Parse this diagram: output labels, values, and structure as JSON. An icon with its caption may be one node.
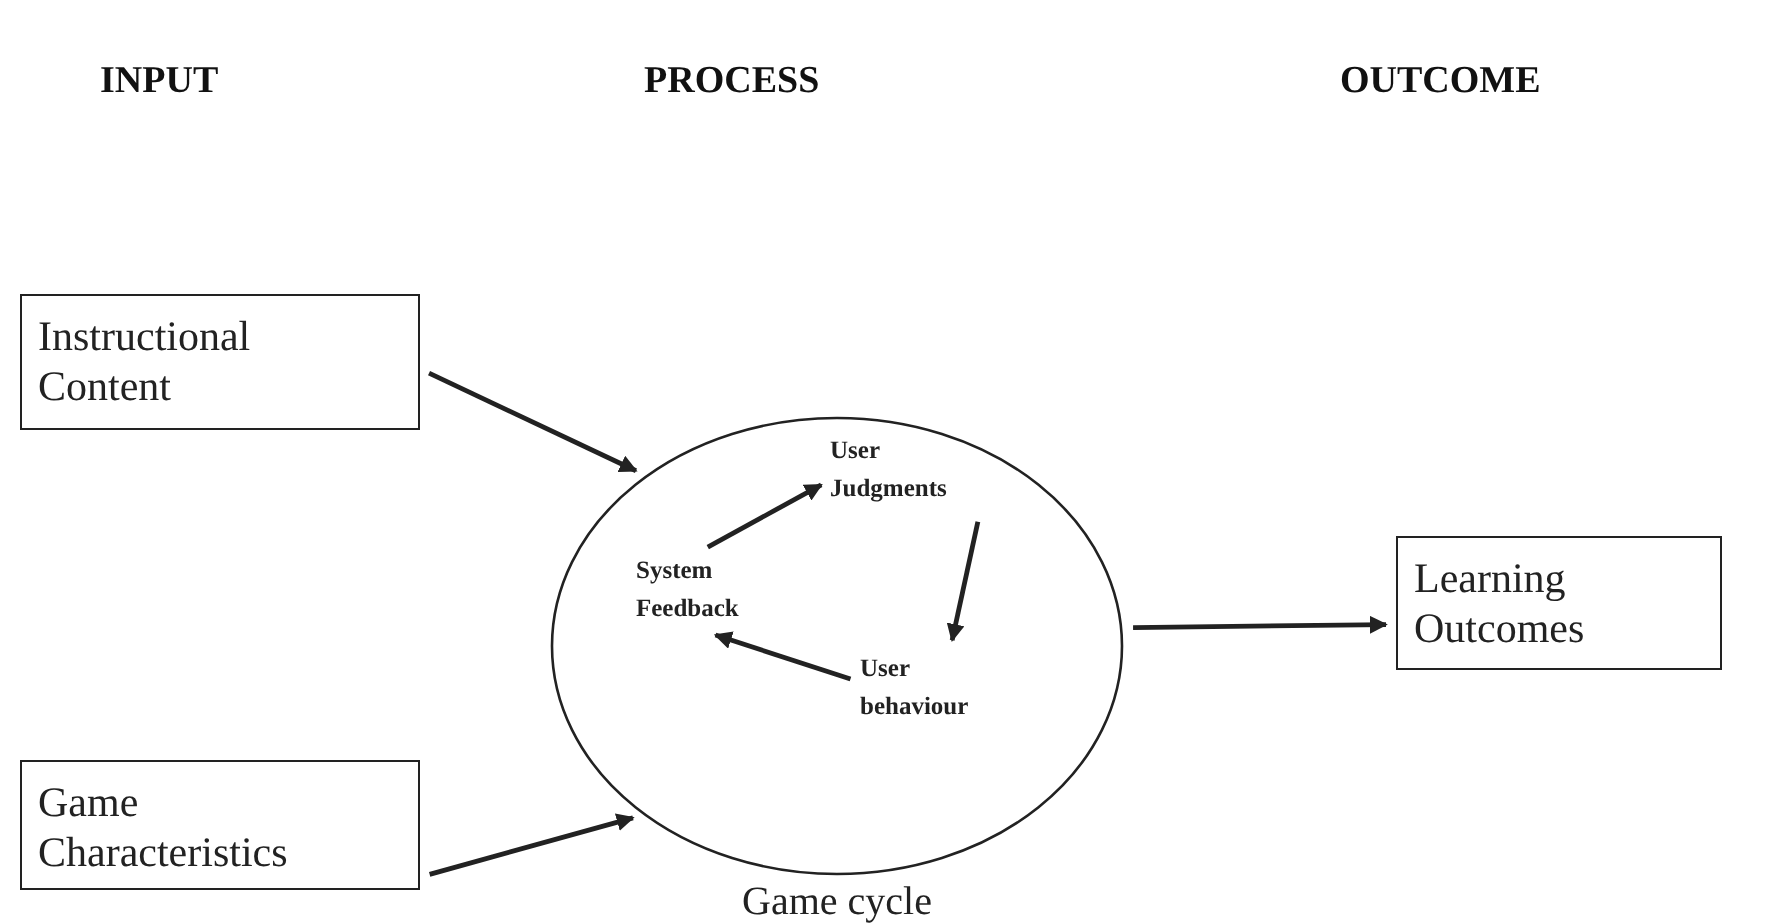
{
  "diagram": {
    "nodes": [
      {
        "text": [
          "Instructional Content"
        ]
      },
      {
        "text": [
          "Game Characteristics"
        ]
      },
      {
        "text": [
          "Game cycle"
        ]
      },
      {
        "text": [
          "User Judgments"
        ],
        "in": 2
      },
      {
        "text": [
          "User behaviour"
        ],
        "in": 2
      },
      {
        "text": [
          "System Feedback"
        ],
        "in": 2
      },
      {
        "text": [
          "Learning Outcomes"
        ]
      }
    ],
    "edges": [
      {
        "from": 0,
        "to": 2,
        "arrow": "to"
      },
      {
        "from": 1,
        "to": 2,
        "arrow": "to"
      },
      {
        "from": 2,
        "to": 6,
        "arrow": "to"
      },
      {
        "from": 5,
        "to": 3,
        "arrow": "to"
      },
      {
        "from": 3,
        "to": 4,
        "arrow": "to"
      },
      {
        "from": 4,
        "to": 5,
        "arrow": "to"
      }
    ],
    "labels": [
      "INPUT",
      "PROCESS",
      "OUTCOME"
    ]
  }
}
